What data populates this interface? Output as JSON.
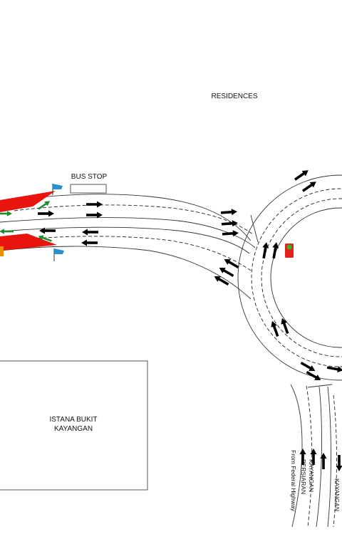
{
  "labels": {
    "residences": "RESIDENCES",
    "bus_stop": "BUS STOP",
    "istana_line1": "ISTANA BUKIT",
    "istana_line2": "KAYANGAN",
    "persiaran_line1": "PERSIARAN",
    "persiaran_line2": "KAYANGAN",
    "from_federal": "From Federal Highway",
    "kayangan_right": "KAYANGAN"
  },
  "colors": {
    "road_edge": "#333333",
    "lane_marking": "#222222",
    "arrow_traffic": "#000000",
    "arrow_diversion": "#1e8c2e",
    "barrier": "#e8150f",
    "barrier_marker": "#f28c00",
    "flag": "#2a8fd0",
    "signal_housing": "#e3231b",
    "signal_green": "#2eb82e",
    "signal_red": "#e3231b"
  },
  "icons": {
    "traffic_arrow": "arrow-icon",
    "diversion_arrow": "green-arrow-icon",
    "flag": "flag-icon",
    "traffic_light": "traffic-light-icon"
  }
}
